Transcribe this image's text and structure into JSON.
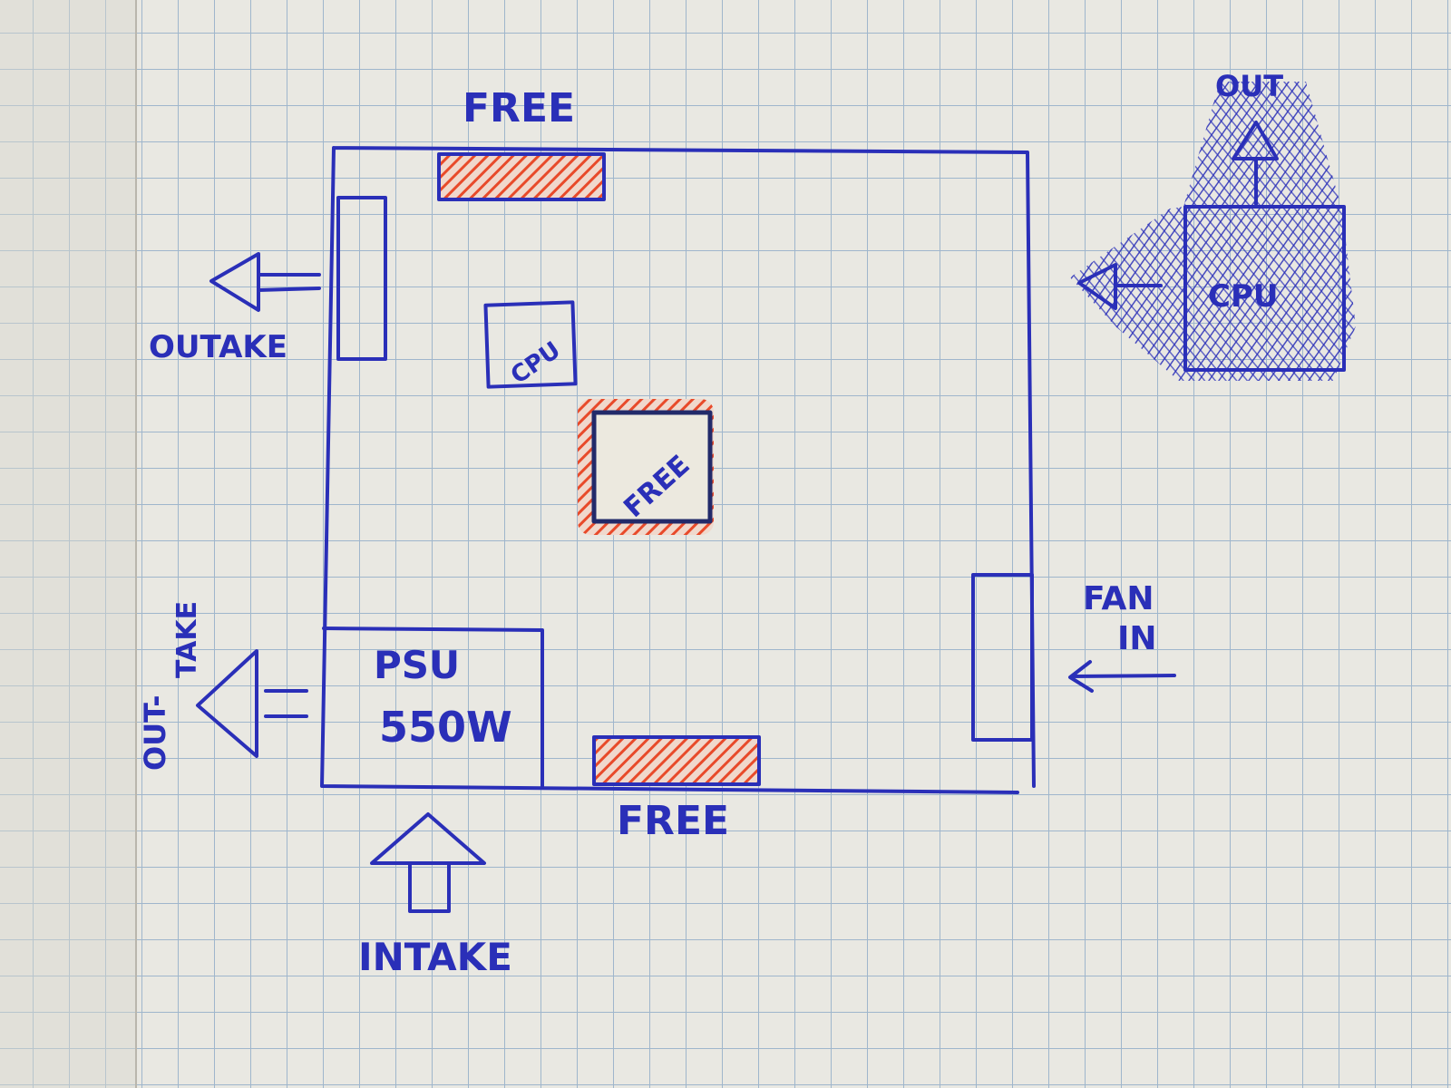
{
  "colors": {
    "paper": "#e9e8e2",
    "grid": "#9fb6cc",
    "ink": "#2a2fb8",
    "hatch": "#e84a2a"
  },
  "labels": {
    "free_top": "FREE",
    "free_bottom": "FREE",
    "free_center": "FREE",
    "cpu": "CPU",
    "psu_line1": "PSU",
    "psu_line2": "550W",
    "outtake_top": "OUTAKE",
    "outtake_side_a": "OUT-",
    "outtake_side_b": "TAKE",
    "intake": "INTAKE",
    "fan_in_1": "FAN",
    "fan_in_2": "IN",
    "mini_top": "OUT",
    "mini_cpu": "CPU"
  }
}
